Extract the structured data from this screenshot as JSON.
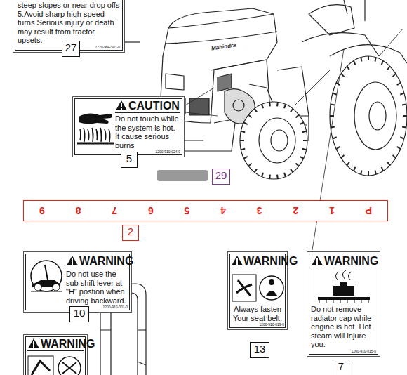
{
  "diagram": {
    "nodes": [
      {
        "text": [
          "steep slopes or near drop offs 5.Avoid sharp high speed turns Serious injury or death may result from tractor upsets.",
          "1220-904-501-0"
        ]
      },
      {
        "text": [
          "27"
        ]
      },
      {
        "text": [
          "CAUTION",
          "Do not touch while the system is hot. It cause serious burns",
          "1200-910-024-0"
        ]
      },
      {
        "text": [
          "5"
        ]
      },
      {
        "text": [
          "29"
        ]
      },
      {
        "text": [
          "P",
          "1",
          "2",
          "3",
          "4",
          "5",
          "6",
          "7",
          "8",
          "9"
        ]
      },
      {
        "text": [
          "2"
        ]
      },
      {
        "text": [
          "WARNING",
          "Do not use the sub shift lever at \"H\" postion when driving backward.",
          "1200-910-001-0"
        ]
      },
      {
        "text": [
          "10"
        ]
      },
      {
        "text": [
          "WARNING",
          "Always fasten Your seat belt.",
          "1200-910-019-0"
        ]
      },
      {
        "text": [
          "13"
        ]
      },
      {
        "text": [
          "WARNING",
          "Do not remove radiator cap while engine is hot. Hot steam will injure you.",
          "1200-910-015-0"
        ]
      },
      {
        "text": [
          "7"
        ]
      },
      {
        "text": [
          "WARNING"
        ]
      }
    ],
    "labels": [
      "Mahindra"
    ]
  }
}
